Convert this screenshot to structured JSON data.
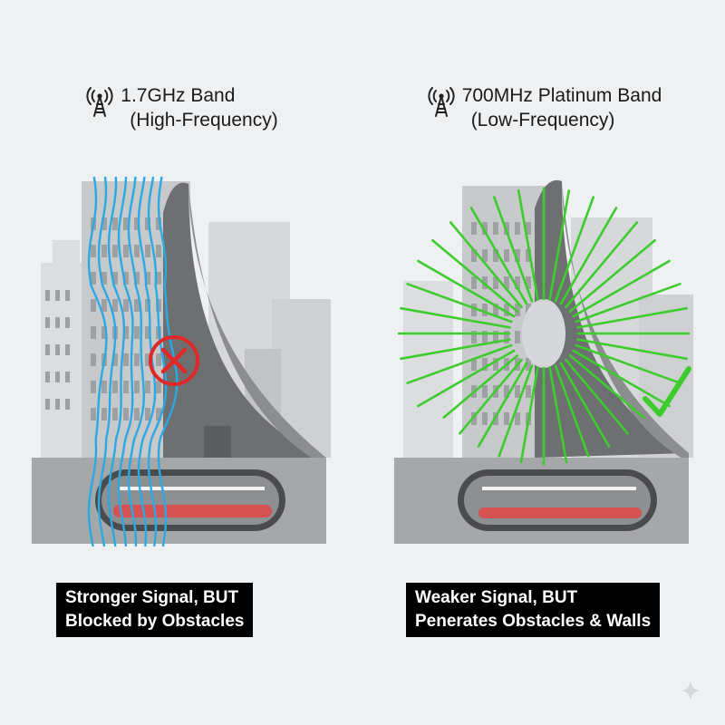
{
  "left": {
    "band_title": "1.7GHz Band",
    "band_subtitle": "(High-Frequency)",
    "caption_line1": "Stronger Signal, BUT",
    "caption_line2": "Blocked by Obstacles",
    "icons": {
      "tower": "signal-tower-icon",
      "status": "blocked-x-icon"
    },
    "wave_color": "#2aa9e6",
    "status_color": "#e02828"
  },
  "right": {
    "band_title": "700MHz Platinum Band",
    "band_subtitle": "(Low-Frequency)",
    "caption_line1": "Weaker Signal, BUT",
    "caption_line2": "Penerates Obstacles & Walls",
    "icons": {
      "tower": "signal-tower-icon",
      "status": "checkmark-icon"
    },
    "ray_color": "#3ccc2e",
    "status_color": "#3ccc2e"
  },
  "palette": {
    "background": "#eef0f2",
    "building_light": "#d3d4d6",
    "building_mid": "#a9aaac",
    "building_dark": "#6e6f71",
    "tunnel_red": "#e24646"
  }
}
